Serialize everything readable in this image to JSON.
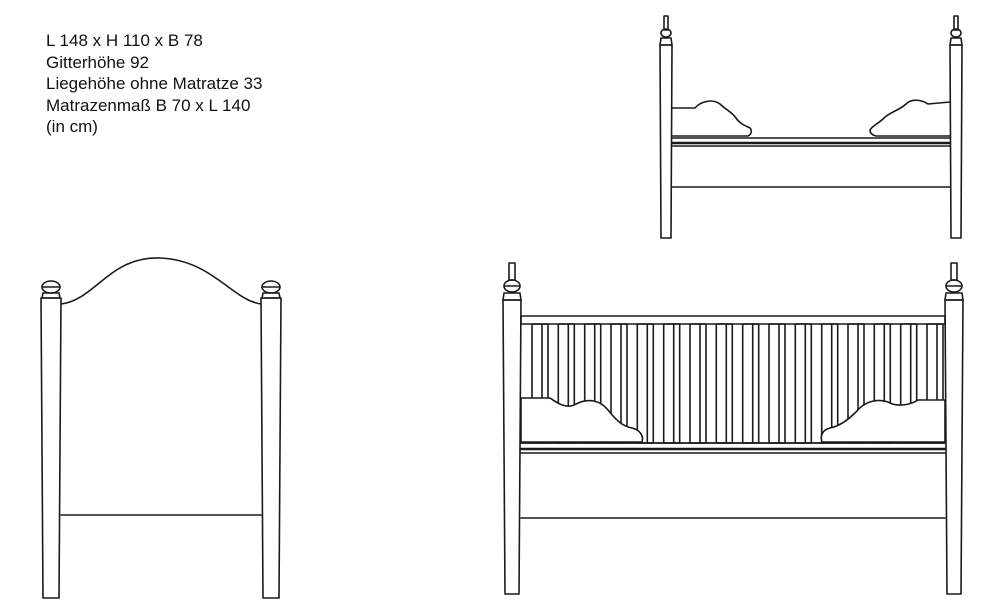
{
  "specs": {
    "lines": [
      "L 148 x H 110 x B 78",
      "Gitterhöhe 92",
      "Liegehöhe ohne Matratze 33",
      "Matrazenmaß B 70 x L 140",
      "(in cm)"
    ]
  },
  "drawings": {
    "line_color": "#1a1a1a",
    "views": [
      "end-view",
      "top-side-view",
      "side-view"
    ]
  }
}
